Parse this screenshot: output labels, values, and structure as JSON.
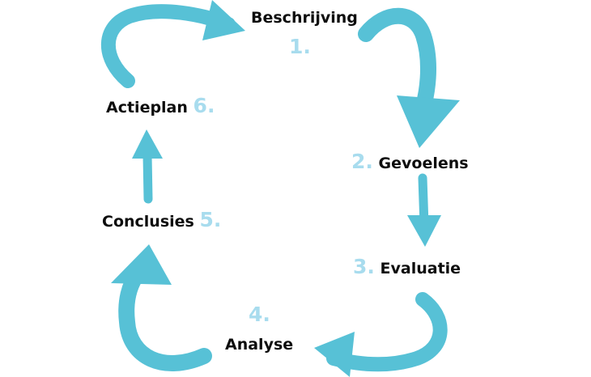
{
  "colors": {
    "arrow": "#57C1D6",
    "number": "#A8DCEE",
    "label": "#0D0D0D"
  },
  "steps": [
    {
      "number": "1.",
      "label": "Beschrijving"
    },
    {
      "number": "2.",
      "label": "Gevoelens"
    },
    {
      "number": "3.",
      "label": "Evaluatie"
    },
    {
      "number": "4.",
      "label": "Analyse"
    },
    {
      "number": "5.",
      "label": "Conclusies"
    },
    {
      "number": "6.",
      "label": "Actieplan"
    }
  ]
}
